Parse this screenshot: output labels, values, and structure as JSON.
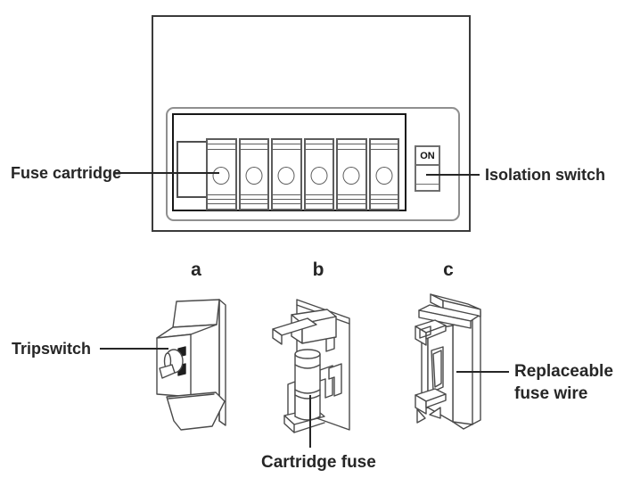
{
  "labels": {
    "fuse_cartridge": "Fuse cartridge",
    "isolation_switch": "Isolation switch",
    "tripswitch": "Tripswitch",
    "cartridge_fuse": "Cartridge fuse",
    "replaceable_fuse_wire": {
      "line1": "Replaceable",
      "line2": "fuse wire"
    }
  },
  "fusebox": {
    "switch_label": "ON",
    "fuse_count": 6
  },
  "items": [
    {
      "letter": "a"
    },
    {
      "letter": "b"
    },
    {
      "letter": "c"
    }
  ],
  "colors": {
    "text": "#262626",
    "leader_line": "#262626",
    "box_outline": "#3b3b3b",
    "panel_outline": "#8f8f8f",
    "frame_outline": "#171717",
    "cartridge_outline": "#5d5d5d",
    "drawing_stroke": "#4a4a4a",
    "background": "#ffffff"
  }
}
